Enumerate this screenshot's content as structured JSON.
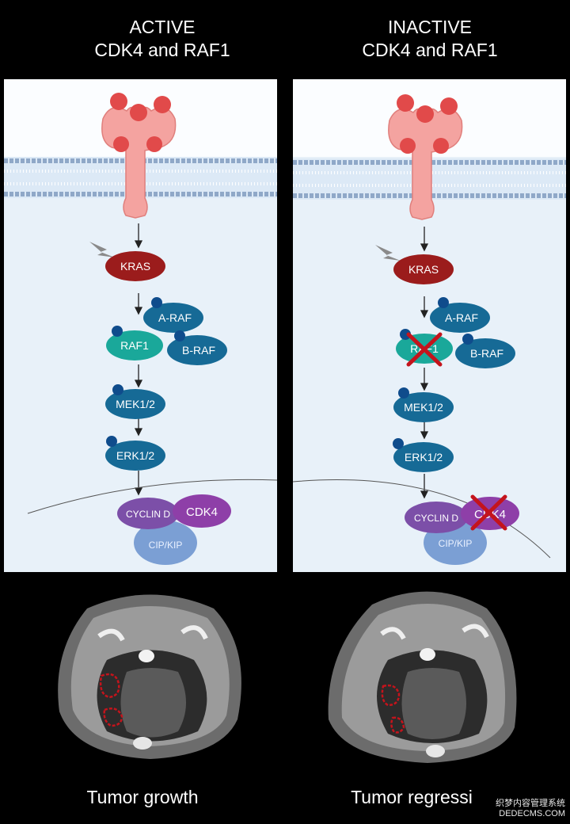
{
  "left": {
    "title_line1": "ACTIVE",
    "title_line2": "CDK4 and RAF1",
    "caption": "Tumor growth"
  },
  "right": {
    "title_line1": "INACTIVE",
    "title_line2": "CDK4 and RAF1",
    "caption": "Tumor regressi"
  },
  "proteins": {
    "kras": "KRAS",
    "araf": "A-RAF",
    "raf1": "RAF1",
    "braf": "B-RAF",
    "mek": "MEK1/2",
    "erk": "ERK1/2",
    "cyclin": "CYCLIN D",
    "cdk4": "CDK4",
    "cipkip": "CIP/KIP"
  },
  "watermark": {
    "line1": "织梦内容管理系统",
    "line2": "DEDECMS.COM"
  },
  "colors": {
    "kras": "#9b1c1c",
    "raf1": "#1aa89a",
    "raf": "#166a96",
    "cyclin": "#7c4fa8",
    "cdk4": "#8e3fa8",
    "cipkip": "#7b9fd4",
    "inactive_cross": "#c4141c",
    "tumor_outline": "#c4141c"
  }
}
